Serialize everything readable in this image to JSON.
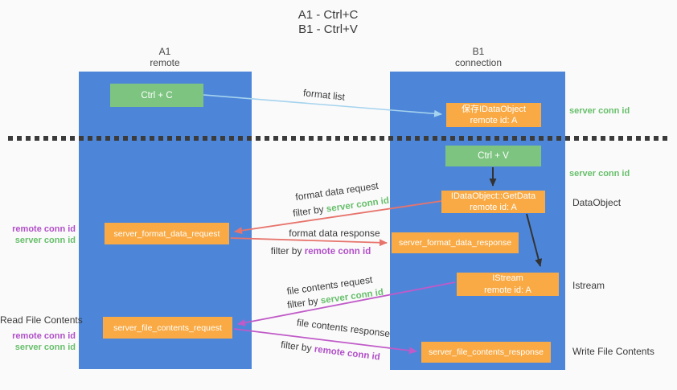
{
  "title": {
    "line1": "A1 - Ctrl+C",
    "line2": "B1 - Ctrl+V"
  },
  "lanes": {
    "left": {
      "name": "A1",
      "role": "remote"
    },
    "right": {
      "name": "B1",
      "role": "connection"
    }
  },
  "boxes": {
    "ctrl_c": {
      "label": "Ctrl + C"
    },
    "ctrl_v": {
      "label": "Ctrl + V"
    },
    "save_dataobject": {
      "line1": "保存IDataObject",
      "line2": "remote id: A"
    },
    "getdata": {
      "line1": "IDataObject::GetData",
      "line2": "remote id: A"
    },
    "istream": {
      "line1": "IStream",
      "line2": "remote id: A"
    },
    "format_request": {
      "label": "server_format_data_request"
    },
    "format_response": {
      "label": "server_format_data_response"
    },
    "file_request": {
      "label": "server_file_contents_request"
    },
    "file_response": {
      "label": "server_file_contents_response"
    }
  },
  "arrow_labels": {
    "format_list": "format list",
    "format_data_request": "format data request",
    "format_data_request_filter_prefix": "filter by ",
    "format_data_request_filter_key": "server conn id",
    "format_data_response": "format data response",
    "format_data_response_filter_prefix": "filter by ",
    "format_data_response_filter_key": "remote conn id",
    "file_contents_request": "file contents request",
    "file_contents_request_filter_prefix": "filter by ",
    "file_contents_request_filter_key": "server conn id",
    "file_contents_response": "file contents response",
    "file_contents_response_filter_prefix": "filter by ",
    "file_contents_response_filter_key": "remote conn id"
  },
  "side_labels": {
    "right_server_conn_id_1": "server conn id",
    "right_server_conn_id_2": "server conn id",
    "dataobject": "DataObject",
    "istream": "Istream",
    "write_file_contents": "Write File Contents",
    "read_file_contents": "Read File Contents",
    "left_remote_conn_id_1": "remote conn id",
    "left_server_conn_id_1": "server conn id",
    "left_remote_conn_id_2": "remote conn id",
    "left_server_conn_id_2": "server conn id"
  },
  "colors": {
    "bg": "#fafafa",
    "lane_blue": "#4d86d9",
    "box_green": "#7cc47f",
    "box_orange": "#f9aa44",
    "text_green": "#67bf6b",
    "text_purple": "#b14fc8",
    "arrow_blue": "#a5d3ee",
    "arrow_red": "#e7746c",
    "arrow_purple": "#c05ac8",
    "arrow_black": "#333333"
  }
}
